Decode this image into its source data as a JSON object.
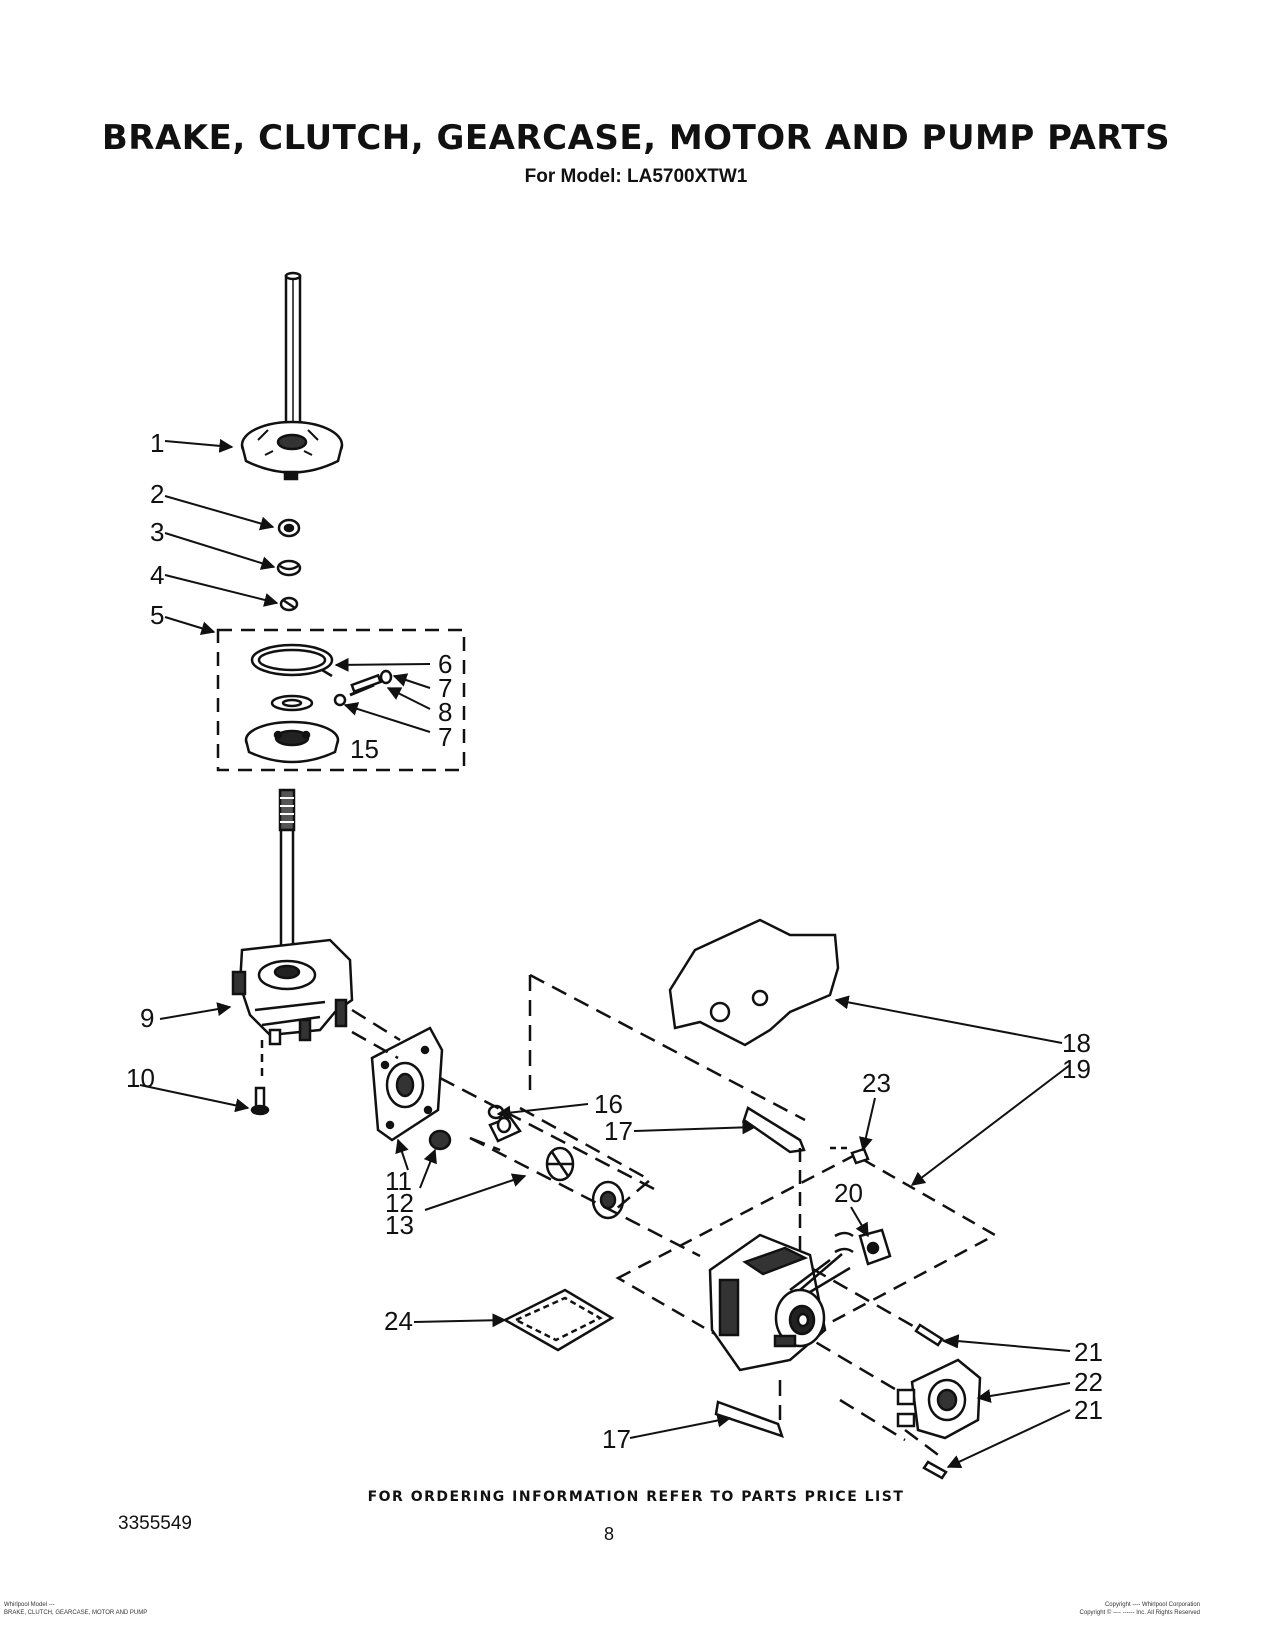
{
  "header": {
    "title": "BRAKE, CLUTCH, GEARCASE, MOTOR AND PUMP PARTS",
    "model": "For Model: LA5700XTW1"
  },
  "callouts": [
    {
      "id": "c1",
      "label": "1"
    },
    {
      "id": "c2",
      "label": "2"
    },
    {
      "id": "c3",
      "label": "3"
    },
    {
      "id": "c4",
      "label": "4"
    },
    {
      "id": "c5",
      "label": "5"
    },
    {
      "id": "c6",
      "label": "6"
    },
    {
      "id": "c7a",
      "label": "7"
    },
    {
      "id": "c8",
      "label": "8"
    },
    {
      "id": "c7b",
      "label": "7"
    },
    {
      "id": "c15",
      "label": "15"
    },
    {
      "id": "c9",
      "label": "9"
    },
    {
      "id": "c10",
      "label": "10"
    },
    {
      "id": "c11",
      "label": "11"
    },
    {
      "id": "c12",
      "label": "12"
    },
    {
      "id": "c13",
      "label": "13"
    },
    {
      "id": "c16",
      "label": "16"
    },
    {
      "id": "c17a",
      "label": "17"
    },
    {
      "id": "c18",
      "label": "18"
    },
    {
      "id": "c19",
      "label": "19"
    },
    {
      "id": "c23",
      "label": "23"
    },
    {
      "id": "c20",
      "label": "20"
    },
    {
      "id": "c24",
      "label": "24"
    },
    {
      "id": "c21a",
      "label": "21"
    },
    {
      "id": "c22",
      "label": "22"
    },
    {
      "id": "c21b",
      "label": "21"
    },
    {
      "id": "c17b",
      "label": "17"
    }
  ],
  "footer": {
    "ordering_note": "FOR ORDERING INFORMATION REFER TO PARTS PRICE LIST",
    "doc_number": "3355549",
    "page_number": "8",
    "fine_left_1": "Whirlpool Model ---",
    "fine_left_2": "BRAKE, CLUTCH, GEARCASE, MOTOR AND PUMP",
    "fine_right_1": "Copyright ---- Whirlpool Corporation",
    "fine_right_2": "Copyright © ---- ------ Inc. All Rights Reserved"
  }
}
